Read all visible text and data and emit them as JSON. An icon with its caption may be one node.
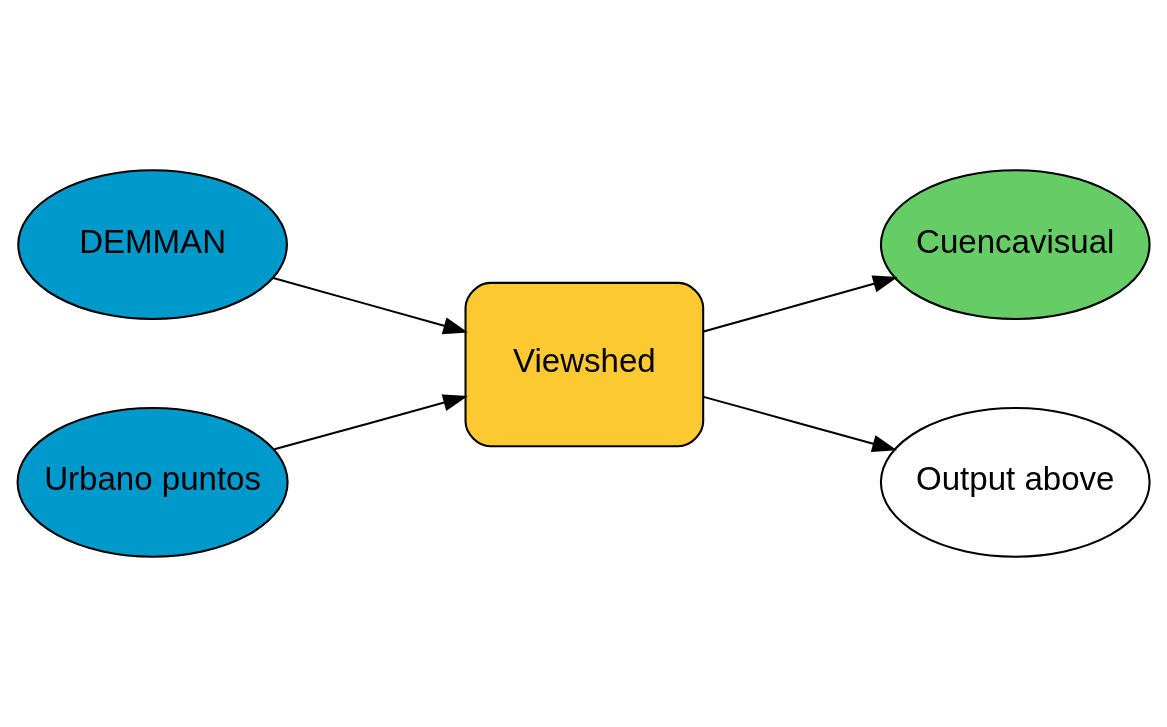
{
  "diagram": {
    "nodes": [
      {
        "text": [
          "DEMMAN"
        ]
      },
      {
        "text": [
          "Urbano puntos"
        ]
      },
      {
        "text": [
          "Viewshed"
        ]
      },
      {
        "text": [
          "Cuencavisual"
        ]
      },
      {
        "text": [
          "Output above"
        ]
      }
    ],
    "edges": [
      {
        "from": 0,
        "to": 2,
        "arrow": "to"
      },
      {
        "from": 1,
        "to": 2,
        "arrow": "to"
      },
      {
        "from": 2,
        "to": 3,
        "arrow": "to"
      },
      {
        "from": 2,
        "to": 4,
        "arrow": "to"
      }
    ]
  }
}
